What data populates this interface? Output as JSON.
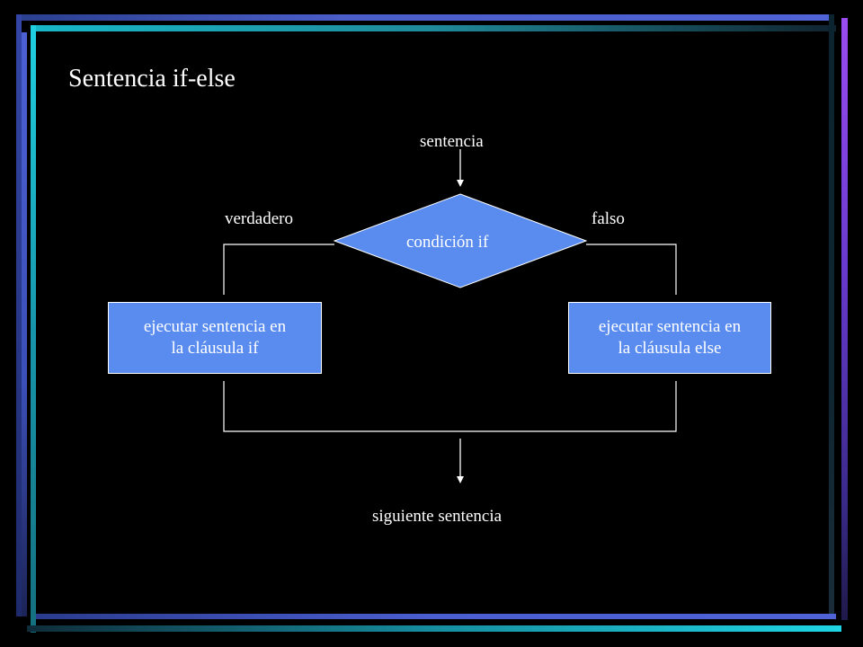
{
  "slide": {
    "title": "Sentencia if-else",
    "colors": {
      "background": "#000000",
      "shape_fill": "#5a8cf0",
      "line": "#ffffff",
      "text": "#ffffff"
    }
  },
  "diagram": {
    "start_label": "sentencia",
    "condition": "condición if",
    "true_label": "verdadero",
    "false_label": "falso",
    "if_box": {
      "line1": "ejecutar sentencia en",
      "line2": "la cláusula if"
    },
    "else_box": {
      "line1": "ejecutar sentencia en",
      "line2": "la cláusula else"
    },
    "end_label": "siguiente sentencia"
  }
}
